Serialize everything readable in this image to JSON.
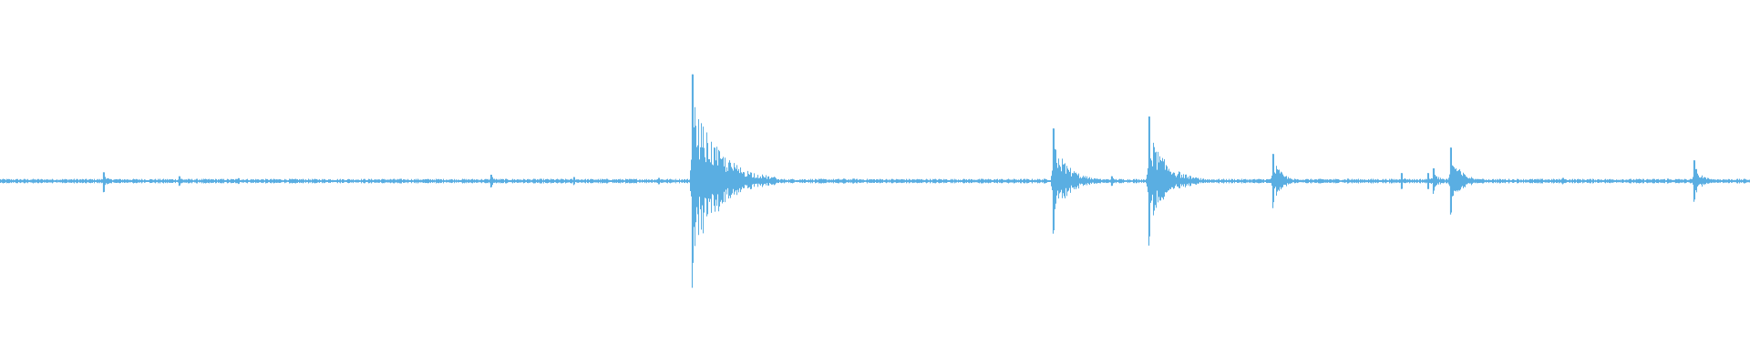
{
  "chart_data": {
    "type": "waveform",
    "x_unit": "fraction_of_duration",
    "y_unit": "normalized_amplitude",
    "baseline_level": 0.012,
    "peaks": [
      {
        "t": 0.059,
        "top": 0.055,
        "bottom": 0.07
      },
      {
        "t": 0.102,
        "top": 0.03,
        "bottom": 0.03
      },
      {
        "t": 0.136,
        "top": 0.018,
        "bottom": 0.018
      },
      {
        "t": 0.28,
        "top": 0.04,
        "bottom": 0.04
      },
      {
        "t": 0.3275,
        "top": 0.025,
        "bottom": 0.025
      },
      {
        "t": 0.376,
        "top": 0.02,
        "bottom": 0.02
      },
      {
        "t": 0.3955,
        "top": 0.67,
        "bottom": 0.67
      },
      {
        "t": 0.3985,
        "top": 0.16,
        "bottom": 0.1
      },
      {
        "t": 0.4115,
        "top": 0.13,
        "bottom": 0.13
      },
      {
        "t": 0.482,
        "top": 0.015,
        "bottom": 0.015
      },
      {
        "t": 0.4875,
        "top": 0.015,
        "bottom": 0.015
      },
      {
        "t": 0.6015,
        "top": 0.33,
        "bottom": 0.33
      },
      {
        "t": 0.635,
        "top": 0.03,
        "bottom": 0.03
      },
      {
        "t": 0.6565,
        "top": 0.405,
        "bottom": 0.405
      },
      {
        "t": 0.727,
        "top": 0.17,
        "bottom": 0.17
      },
      {
        "t": 0.77,
        "top": 0.015,
        "bottom": 0.015
      },
      {
        "t": 0.8005,
        "top": 0.05,
        "bottom": 0.05
      },
      {
        "t": 0.8155,
        "top": 0.05,
        "bottom": 0.05
      },
      {
        "t": 0.819,
        "top": 0.08,
        "bottom": 0.08
      },
      {
        "t": 0.8285,
        "top": 0.21,
        "bottom": 0.21
      },
      {
        "t": 0.8925,
        "top": 0.02,
        "bottom": 0.02
      },
      {
        "t": 0.9525,
        "top": 0.015,
        "bottom": 0.015
      },
      {
        "t": 0.9675,
        "top": 0.13,
        "bottom": 0.13
      }
    ],
    "colors": {
      "waveform": "#5aaee2",
      "background": "#ffffff"
    }
  }
}
